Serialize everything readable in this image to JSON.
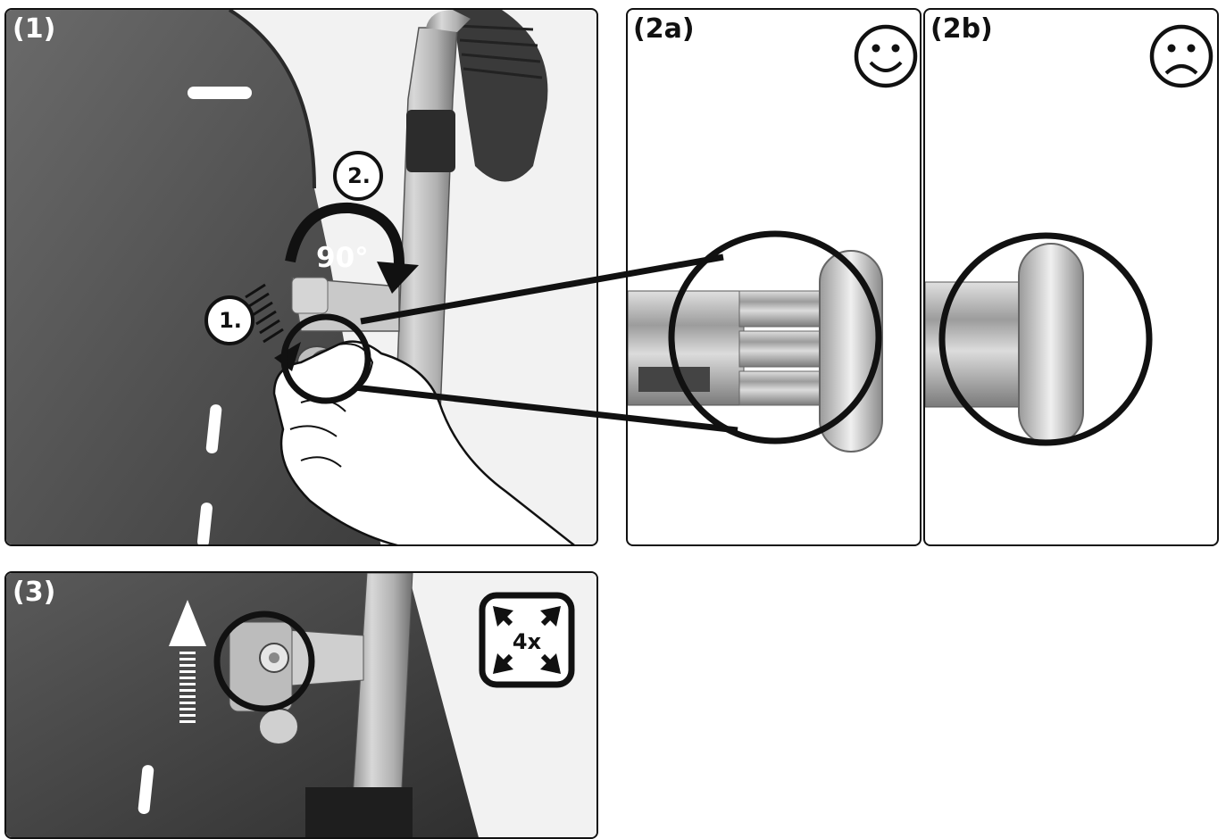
{
  "panels": {
    "p1": {
      "label": "(1)"
    },
    "p2a": {
      "label": "(2a)",
      "mood_icon": "smiley-face-icon"
    },
    "p2b": {
      "label": "(2b)",
      "mood_icon": "frowning-face-icon"
    },
    "p3": {
      "label": "(3)"
    }
  },
  "steps": {
    "step1": "1.",
    "step2": "2.",
    "rotation": "90°"
  },
  "badge": {
    "text": "4x",
    "icon": "expand-arrows-icon"
  }
}
